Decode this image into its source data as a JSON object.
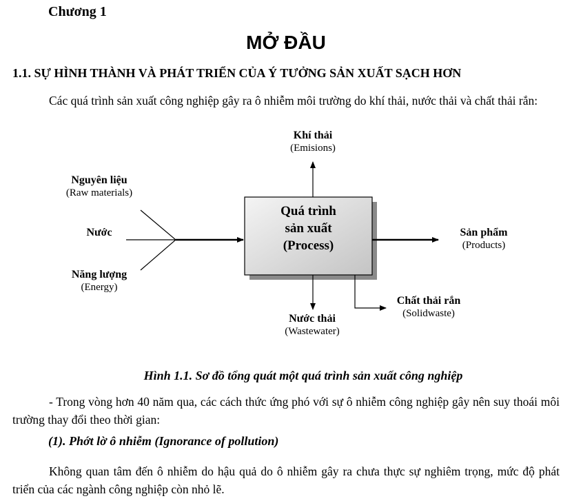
{
  "chapter": "Chương 1",
  "title": "MỞ ĐẦU",
  "section_heading": "1.1. SỰ HÌNH THÀNH VÀ PHÁT TRIỂN CỦA Ý TƯỞNG SẢN XUẤT SẠCH HƠN",
  "intro_paragraph": "Các quá trình sản xuất công nghiệp gây ra ô nhiễm môi trường do khí thải, nước thải và chất thải rắn:",
  "diagram": {
    "process": {
      "line1": "Quá trình",
      "line2": "sản xuất",
      "line3": "(Process)"
    },
    "emissions": {
      "vi": "Khí thải",
      "en": "(Emisions)"
    },
    "raw_materials": {
      "vi": "Nguyên liệu",
      "en": "(Raw materials)"
    },
    "water": {
      "vi": "Nước"
    },
    "energy": {
      "vi": "Năng lượng",
      "en": "(Energy)"
    },
    "products": {
      "vi": "Sản phẩm",
      "en": "(Products)"
    },
    "wastewater": {
      "vi": "Nước thải",
      "en": "(Wastewater)"
    },
    "solidwaste": {
      "vi": "Chất thải rắn",
      "en": "(Solidwaste)"
    }
  },
  "figure_caption": "Hình 1.1. Sơ đồ tổng quát một quá trình sản xuất công nghiệp",
  "paragraph_2": "- Trong vòng hơn 40 năm qua, các cách thức ứng phó với sự ô nhiễm công nghiệp gây nên suy thoái môi trường thay đổi theo thời gian:",
  "subheading_1": "(1). Phớt lờ ô nhiễm (Ignorance of pollution)",
  "paragraph_3": "Không quan tâm đến ô nhiễm do hậu quả do ô nhiễm gây ra chưa thực sự nghiêm trọng, mức độ phát triển của các ngành công nghiệp còn nhỏ lẽ."
}
